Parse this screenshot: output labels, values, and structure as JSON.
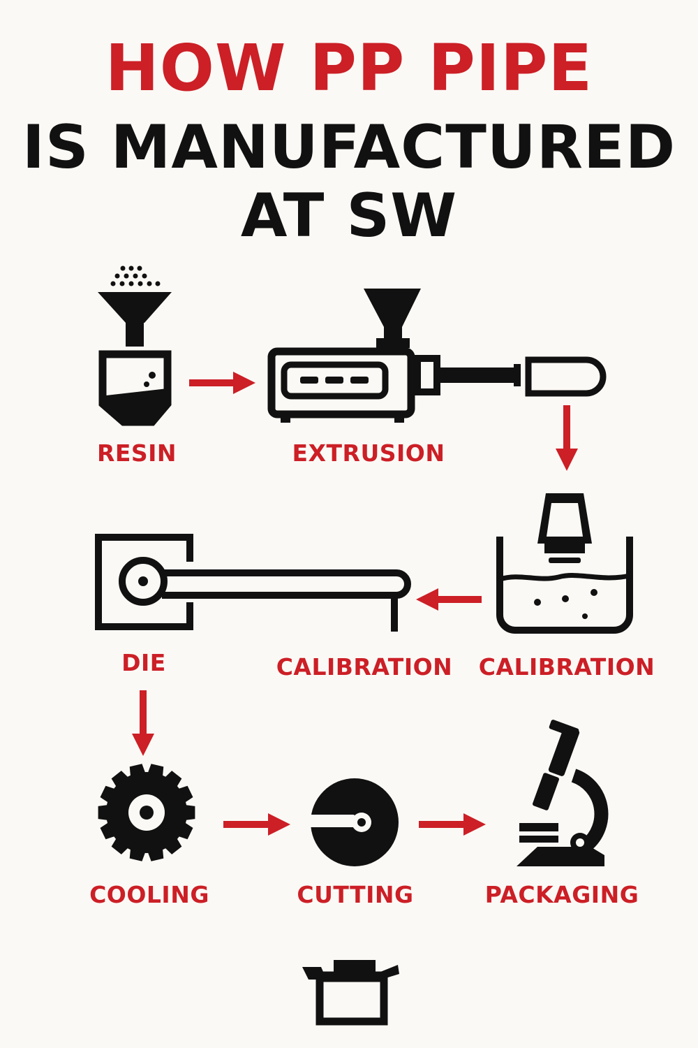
{
  "title": {
    "line1": "HOW PP PIPE",
    "line2": "IS MANUFACTURED",
    "line3": "AT SW"
  },
  "colors": {
    "accent": "#cc1f26",
    "ink": "#111111",
    "background": "#fbf9f5"
  },
  "steps": [
    {
      "label": "RESIN",
      "icon": "hopper-icon"
    },
    {
      "label": "EXTRUSION",
      "icon": "extruder-icon"
    },
    {
      "label": "CALIBRATION",
      "icon": "water-tank-icon"
    },
    {
      "label": "CALIBRATION",
      "icon": "conveyor-icon"
    },
    {
      "label": "DIE",
      "icon": "die-icon"
    },
    {
      "label": "COOLING",
      "icon": "saw-blade-icon"
    },
    {
      "label": "CUTTING",
      "icon": "cutter-icon"
    },
    {
      "label": "PACKAGING",
      "icon": "microscope-icon"
    }
  ],
  "footer_icon": "box-icon"
}
